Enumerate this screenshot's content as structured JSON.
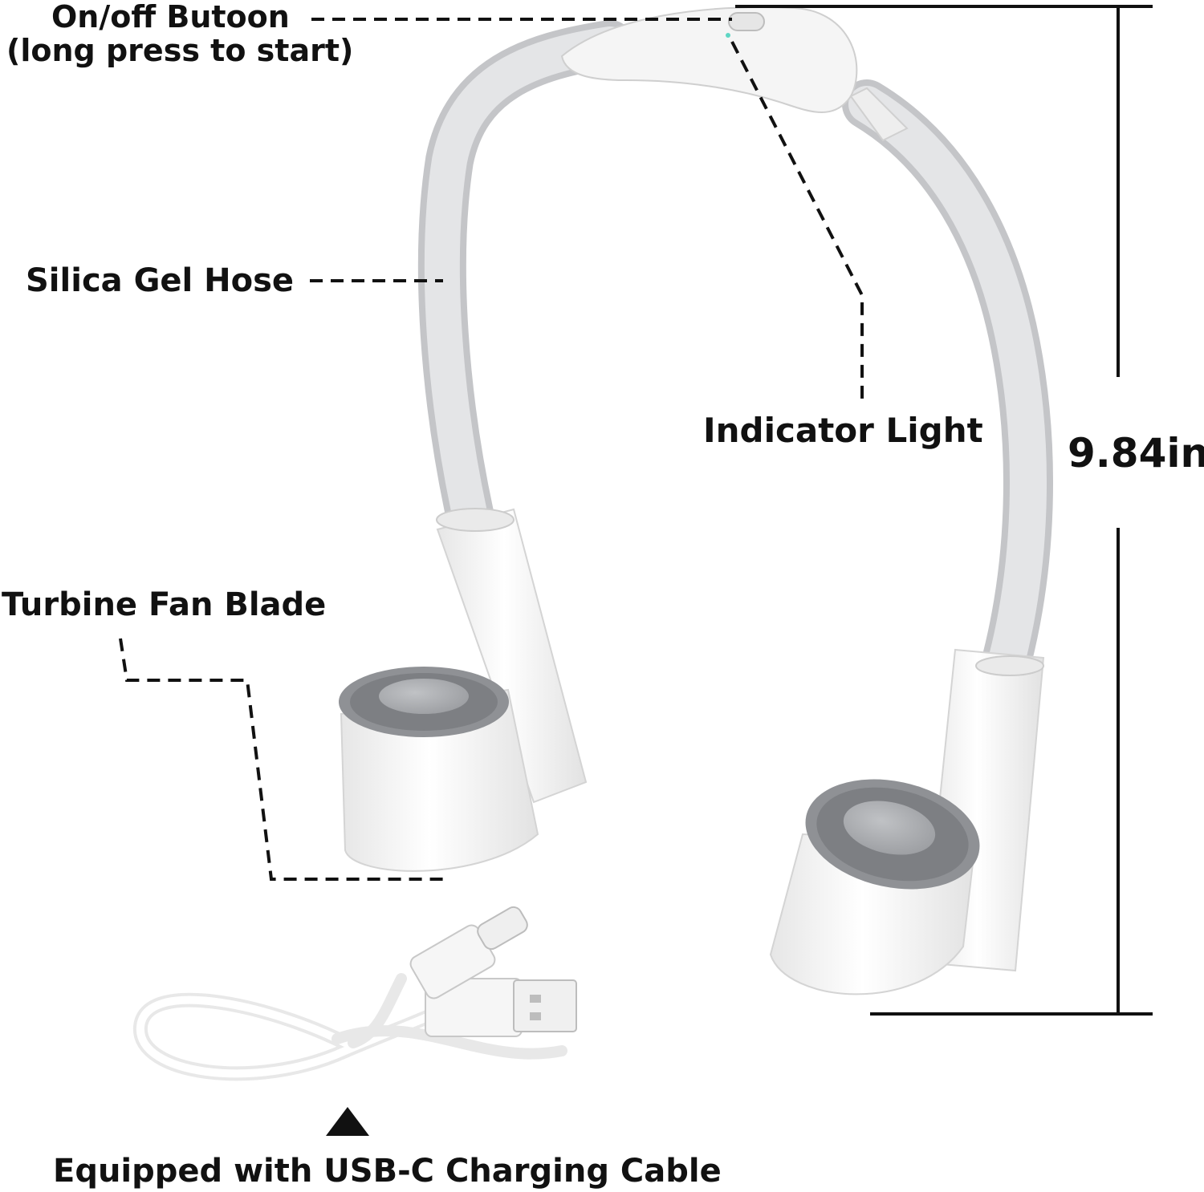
{
  "labels": {
    "on_off_line1": "On/off Butoon",
    "on_off_line2": "(long press to start)",
    "silica_gel_hose": "Silica Gel Hose",
    "indicator_light": "Indicator Light",
    "height_dimension": "9.84in",
    "turbine_fan_blade": "Turbine Fan Blade",
    "charging_cable": "Equipped with USB-C Charging Cable"
  },
  "colors": {
    "text": "#111111",
    "leader_line": "#111111",
    "device_body": "#f7f7f7",
    "device_shadow": "#d8d8d8",
    "hose": "#dfe0e2",
    "fan_grille": "#8d8f93",
    "fan_hub": "#a4a6aa",
    "indicator_led": "#5fd6c4"
  },
  "icons": {
    "cable_pointer": "triangle-up-icon"
  }
}
